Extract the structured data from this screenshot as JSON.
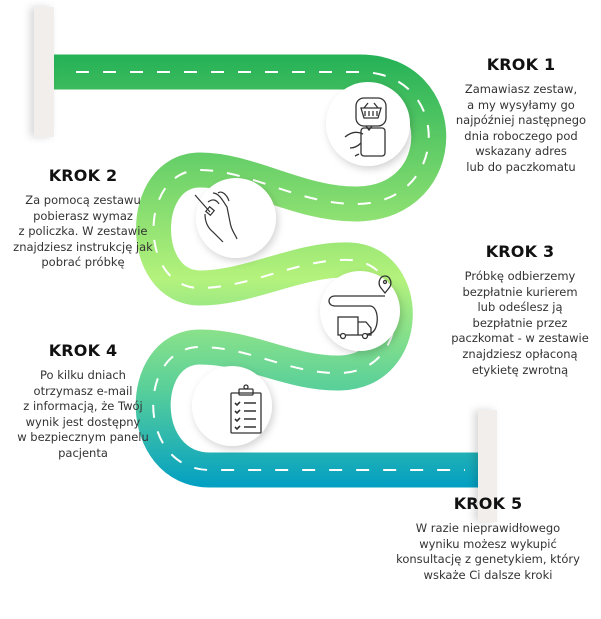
{
  "colors": {
    "road_top": "#25b157",
    "road_mid": "#b4f27c",
    "road_teal": "#58cf9a",
    "road_bottom": "#04a0c2",
    "post": "#f1eeeb",
    "dash": "#ffffff"
  },
  "steps": [
    {
      "title": "KROK 1",
      "icon": "phone-basket-icon",
      "lines": [
        "Zamawiasz zestaw,",
        "a my wysyłamy go",
        "najpóźniej następnego",
        "dnia roboczego pod",
        "wskazany adres",
        "lub do paczkomatu"
      ]
    },
    {
      "title": "KROK 2",
      "icon": "hand-swab-icon",
      "lines": [
        "Za pomocą zestawu",
        "pobierasz wymaz",
        "z policzka. W zestawie",
        "znajdziesz instrukcję jak",
        "pobrać próbkę"
      ]
    },
    {
      "title": "KROK 3",
      "icon": "delivery-truck-icon",
      "lines": [
        "Próbkę odbierzemy",
        "bezpłatnie kurierem",
        "lub odeślesz ją",
        "bezpłatnie przez",
        "paczkomat - w zestawie",
        "znajdziesz opłaconą",
        "etykietę zwrotną"
      ]
    },
    {
      "title": "KROK 4",
      "icon": "clipboard-checklist-icon",
      "lines": [
        "Po kilku dniach",
        "otrzymasz e-mail",
        "z informacją, że Twój",
        "wynik jest dostępny",
        "w bezpiecznym panelu",
        "pacjenta"
      ]
    },
    {
      "title": "KROK 5",
      "icon": "",
      "lines": [
        "W razie nieprawidłowego",
        "wyniku możesz wykupić",
        "konsultację z genetykiem, który",
        "wskaże Ci dalsze kroki"
      ]
    }
  ]
}
